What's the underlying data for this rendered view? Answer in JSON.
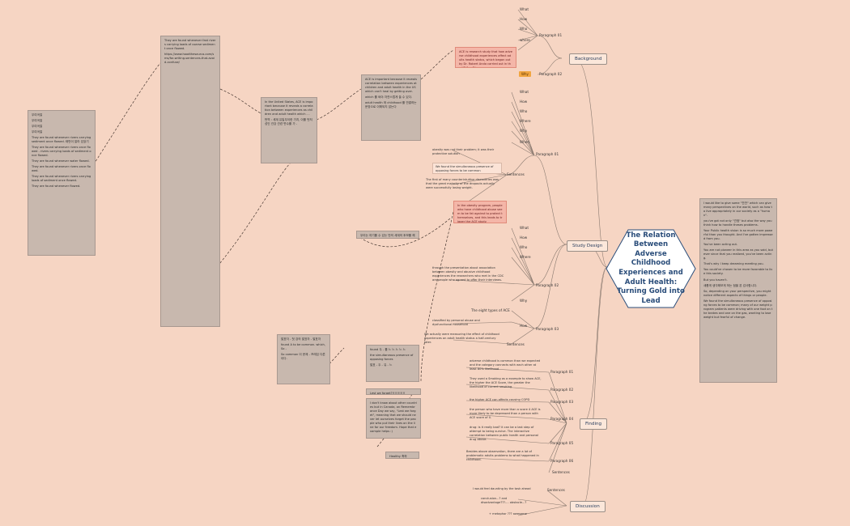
{
  "central": "The Relation Between Adverse Childhood Experiences and Adult Health: Turning Gold into Lead",
  "branches": {
    "background": "Background",
    "design": "Study Design",
    "finding": "Finding",
    "discussion": "Discussion"
  },
  "background": {
    "q_labels": [
      "What",
      "How",
      "Who",
      "where"
    ],
    "para01": "Paragraph 01",
    "para01_text": "ACE is research study that how adverse childhood experiences affect adults health status, which began out by Dr. Robert Anda carried out in the KP San Diego.",
    "why_tag": "Why",
    "para02": "Paragraph 02"
  },
  "design": {
    "p01_labels": [
      "What",
      "How",
      "Who",
      "Where",
      "Why",
      "When"
    ],
    "para01": "Paragraph 01",
    "para02": "Paragraph 02",
    "para03": "Paragraph 03",
    "sentences": "Sentences",
    "sentences2": "Sentences",
    "s_obesity": "obesity was not their problem; it was their protective solution",
    "s_simultaneous": "We found the simultaneous presence of opposing forces to be common",
    "s_firstmany": "The first of many counterintuitive discoveries was that the great majority of the dropouts actually were successfully losing weight.",
    "s_obesity_prog": "In the obesity program, people who have childhood abuse seem to be fat against to protect themselves, and this leads to trigger the ACE study.",
    "p02_labels": [
      "What",
      "How",
      "Who",
      "Where",
      "Why"
    ],
    "p02_text": "through the presentation about association between obesity and abusive childhood experiences the researchers who met in the CDC are people who agreed to offer their interviews.",
    "eight_types": "The eight types of ACE",
    "classified": "classified by personal abuse and dysfunctional household",
    "how": "How",
    "measuring": "We actually were measuring the effect of childhood experiences on adult health status a half-century later."
  },
  "finding": {
    "sentences": [
      "adverse childhood is common than we expected and the category connects with each other at least 80% likelihood",
      "They used a Smoking as a example to show ACE, the higher the ACE Score, the greater the likelihood of current smoking.",
      "the higher ACE can affects causing COPD",
      "the person who have more than a score 4 ACE is more likely to be depressed than a person with ACE score of 0.",
      "drug: is it really bad? it can be a last step of attempt to being survive. The interactive correlation between public health and personal drug abuse.",
      "Besides above observation, there are a lot of problematic adults problems to what happened in childhood."
    ],
    "paragraphs": [
      "Paragraph 01",
      "Paragraph 02",
      "Paragraph 03",
      "Paragraph 04",
      "Paragraph 05",
      "Paragraph 06"
    ],
    "sentences_label": "Sentences"
  },
  "discussion": {
    "sent1": "I would feel daunting by the task ahead",
    "sent1_label": "Sentences",
    "sent2": "conclusion...? and disadvantage???.... obstacle...?",
    "sent3": "+ metaphor ??? awesome"
  },
  "notes": {
    "far_left": [
      "우여곡절",
      "우여곡절",
      "우여곡절",
      "우여곡절",
      "They are found whenever rivers carrying sediment once flowed. 태반이 말라 있었기",
      "They are found whenever rivers once flowed - rivers carrying loads of sediment once flowed.",
      "They are found whenever water flowed.",
      "They are found whenever rivers once flowed.",
      "They are found whenever rivers carrying loads of sediment once flowed.",
      "They are found whenever flowed."
    ],
    "left_mid": [
      "They are found whenever fast rivers carrying loads of coarse sediment once flowed.",
      "https://www.hoodthesaurus.com/sms/for-writing-sentences-that-avoid-confuse/"
    ],
    "mid": [
      "In the United States, ACE is important because it reveals a correlation between experiences as children and adult health which - -",
      "번역 : 세계 유일무이한 가치, 이를 먼저 성인 건강 관련 변수를 가 -"
    ],
    "center_top": [
      "ACE is important because it reveals correlation between experiences at children and adult health in the US which can't heal by getting over.",
      "which 를 써야 자연스럽게 쓸 수 있다.",
      "adult health 와 childhood 를 연결하는 문장으로 이해되지 않는다"
    ],
    "small_center": "우리는 여기를 수 있는 만의 세계의 후보를 해냈었다.",
    "lower_left": [
      "발표자 - 첫 강의 발표자 - 발표자",
      "found A to be common. which, So - ",
      "So common 이 문제 - 프레임 다른이다."
    ],
    "lower_mid": [
      "found 두 - 를 느 느 느 느 느",
      "the simultaneous presence of opposing forces",
      "발표 - 두 - 유 - 느"
    ],
    "lest_title": "Lest we forget?!!!!!!!!!!!",
    "lest_text": "I don't know about other countries but in Canada, on Remembrance Day we say, \"Lest we forget\", meaning that we should never let ourselves forget the people who put their lives on the line for our freedom. Hope that example helps :)",
    "small_bottom": "Healthy 축하",
    "right_notes": [
      "I would like to give some \"잔잔\" which can give many perspectives on the world, such as how to live appropriately in our society as a \"human\".",
      "you've got not only \"관점\" but also the way you think how to handle theses problems.",
      "Your Public health vision is so much more powerful than you thought. And I've gotten impressed from you.",
      "You've been acting out.",
      "You are not pioneer in this area as you said, but ever since that you realized, you've been acting.",
      "That's why I keep dreaming meeting you.",
      "You could've chosen to be more favorable to live this society.",
      "But you haven't.",
      "새롭게 생각해보게 하는 점을 본 감사합니다.",
      "So, depending on your perspective, you might notice different aspects of things or people.",
      "We found the simultaneous presence of opposing forces to be common; many of our weight program patients were driving with one foot on the brakes and one on the gas, wanting to lose weight but fearful of change."
    ]
  }
}
